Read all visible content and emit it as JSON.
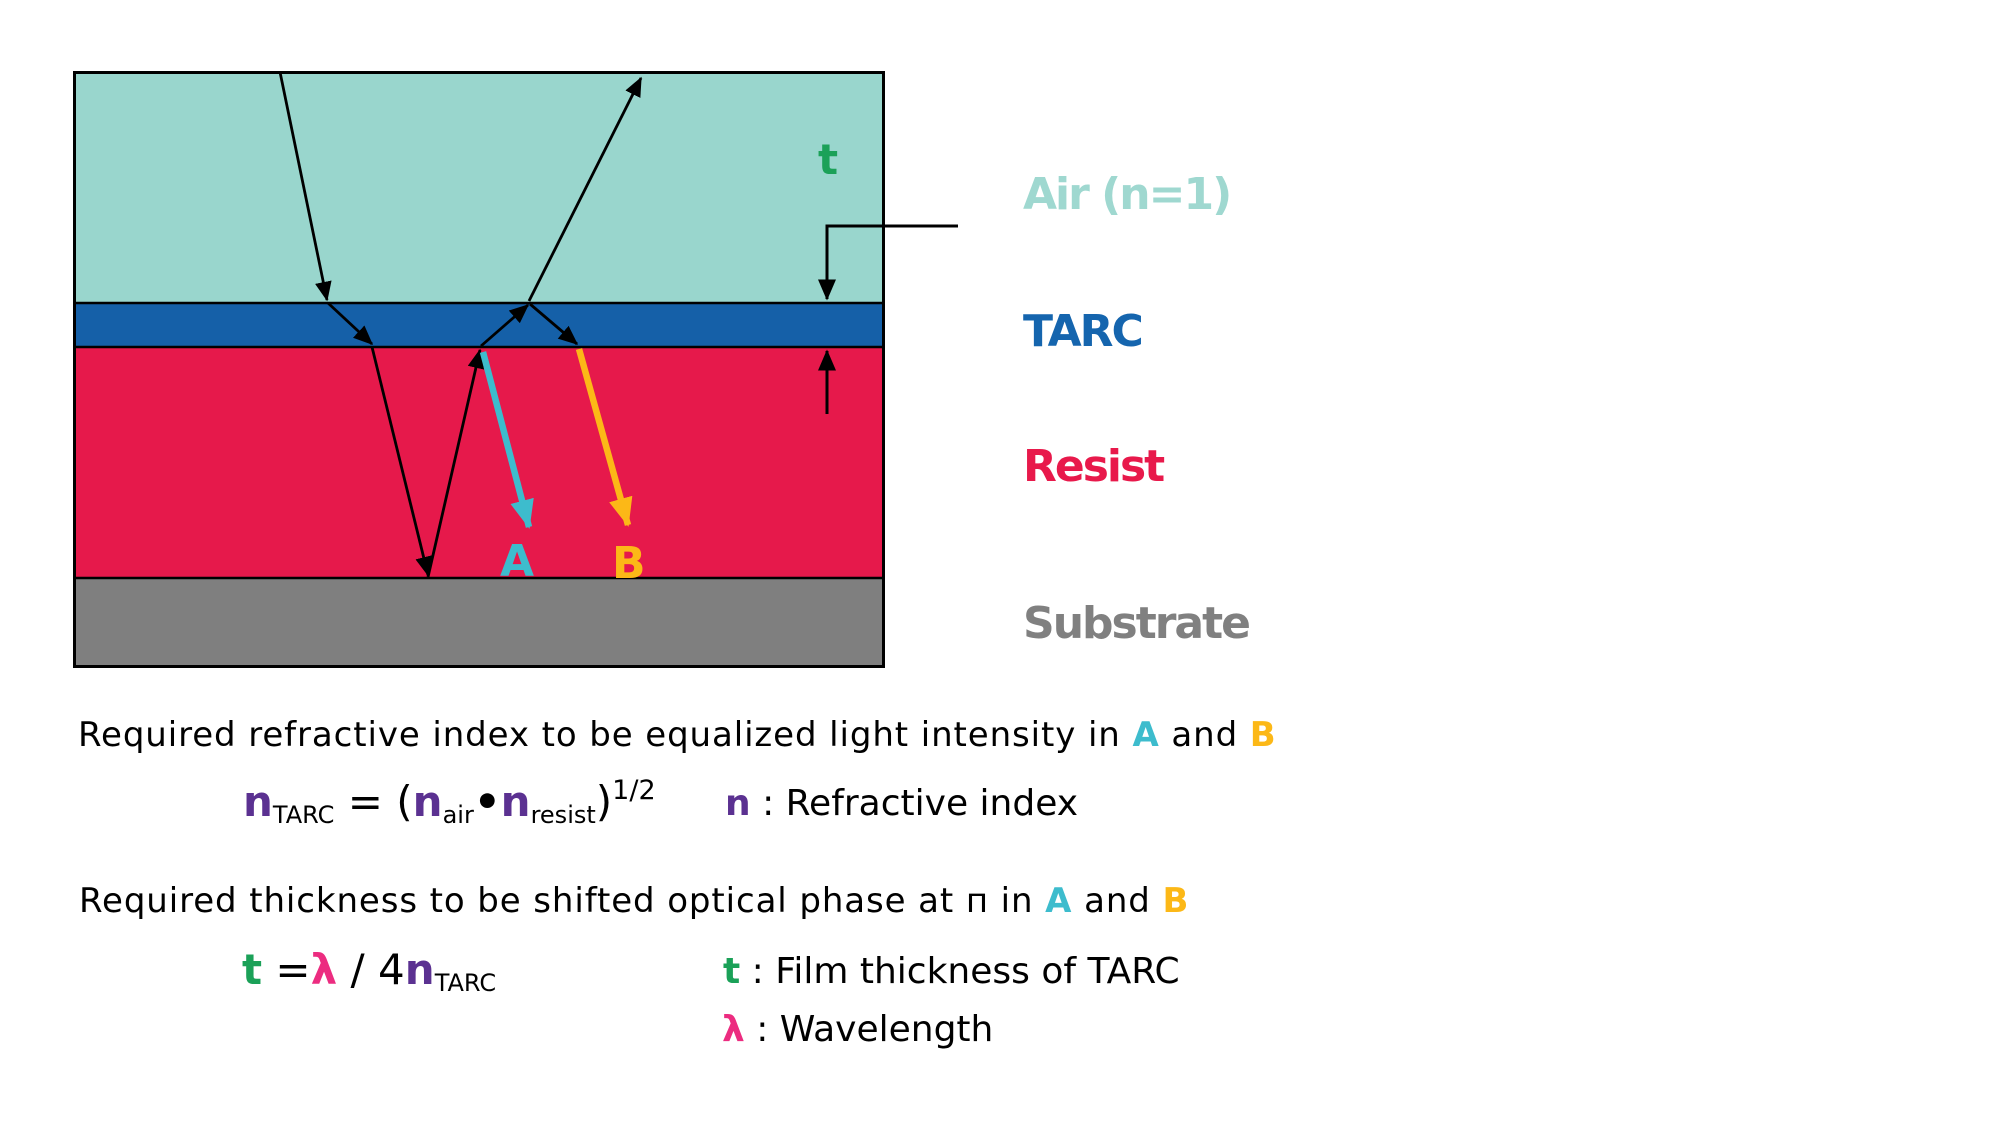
{
  "colors": {
    "air": "#99d6cd",
    "tarc": "#1560a8",
    "resist": "#e6194b",
    "substrate": "#7f7f7f",
    "airlabel": "#9fd8d0",
    "tarclabel": "#1565ae",
    "resistlabel": "#e8194b",
    "substratelabel": "#808080",
    "green": "#1ba158",
    "purple": "#5b3191",
    "pink": "#ec2c80",
    "cyan": "#3dbccd",
    "yellow": "#fcb817",
    "ray": "#000000"
  },
  "marks": {
    "t": "t",
    "a": "A",
    "b": "B"
  },
  "side_labels": [
    {
      "id": "air",
      "label": "Air (n=1)"
    },
    {
      "id": "tarc",
      "label": "TARC"
    },
    {
      "id": "resist",
      "label": "Resist"
    },
    {
      "id": "substrate",
      "label": "Substrate"
    }
  ],
  "line1": {
    "pre": "Required refractive index to be equalized light intensity in ",
    "a": "A",
    "and": " and ",
    "b": "B"
  },
  "formula1": {
    "n": "n",
    "n_sub": "TARC",
    "eq": " = ",
    "open": "(",
    "n2": "n",
    "n2_sub": "air",
    "dot": "•",
    "n3": "n",
    "n3_sub": "resist",
    "close": ")",
    "sup": "1/2"
  },
  "def1": {
    "sym": "n",
    "text": " : Refractive index"
  },
  "line2": {
    "pre": "Required thickness to be shifted optical phase at п in ",
    "a": "A",
    "and": " and ",
    "b": "B"
  },
  "formula2": {
    "t": "t",
    "eq": " =",
    "lambda": "λ",
    "slash": " / 4",
    "n": "n",
    "n_sub": "TARC"
  },
  "def2": {
    "sym": "t",
    "text": " : Film thickness of TARC"
  },
  "def3": {
    "sym": "λ",
    "text": " : Wavelength"
  }
}
